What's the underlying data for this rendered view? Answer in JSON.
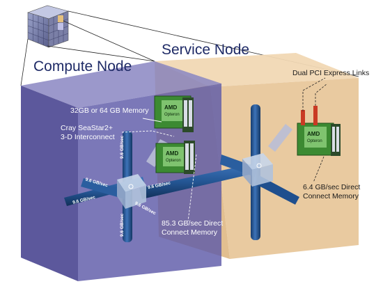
{
  "titles": {
    "compute": "Compute Node",
    "service": "Service Node"
  },
  "annotations": {
    "memory_options": "32GB or 64 GB Memory",
    "interconnect_line1": "Cray SeaStar2+",
    "interconnect_line2": "3-D Interconnect",
    "compute_bandwidth_line1": "85.3 GB/sec Direct",
    "compute_bandwidth_line2": "Connect Memory",
    "service_bandwidth_line1": "6.4 GB/sec Direct",
    "service_bandwidth_line2": "Connect Memory",
    "pci_links": "Dual PCI Express Links"
  },
  "link_rates": {
    "vertical_top": "9.6 GB/sec",
    "vertical_bottom": "9.6 GB/sec",
    "left_upper": "9.6 GB/sec",
    "left_lower": "9.6 GB/sec",
    "center": "9.6 GB/sec",
    "diagonal": "9.6 GB/sec"
  },
  "chips": {
    "brand": "AMD",
    "model": "Opteron"
  },
  "colors": {
    "compute_front": "#5e5aa8",
    "compute_top": "#8a86c2",
    "service_front": "#e8c79b",
    "service_top": "#f1d8b4",
    "pipe": "#1f4f8e",
    "chip_green": "#3c8a32",
    "pci_red": "#c93a24"
  }
}
